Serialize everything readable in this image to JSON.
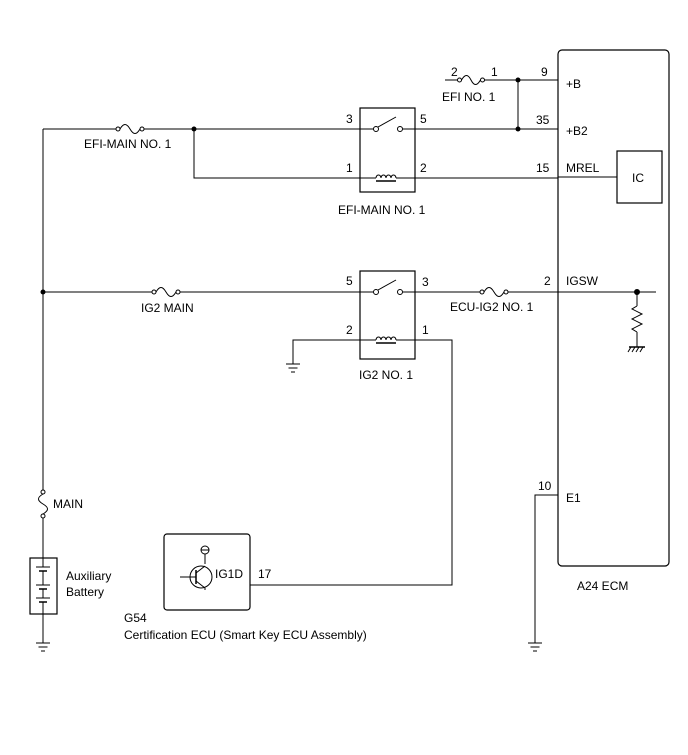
{
  "ecm": {
    "name": "A24 ECM",
    "ic_label": "IC",
    "pins": [
      {
        "num": "9",
        "label": "+B"
      },
      {
        "num": "35",
        "label": "+B2"
      },
      {
        "num": "15",
        "label": "MREL"
      },
      {
        "num": "2",
        "label": "IGSW"
      },
      {
        "num": "10",
        "label": "E1"
      }
    ]
  },
  "fuses": {
    "efi_no1": {
      "label": "EFI NO. 1",
      "pin_a": "2",
      "pin_b": "1"
    },
    "efi_main_no1": "EFI-MAIN NO. 1",
    "ig2_main": "IG2 MAIN",
    "ecu_ig2_no1": "ECU-IG2 NO. 1",
    "main": "MAIN"
  },
  "relays": {
    "efi_main_no1": {
      "label": "EFI-MAIN NO. 1",
      "pins": [
        "3",
        "5",
        "1",
        "2"
      ]
    },
    "ig2_no1": {
      "label": "IG2 NO. 1",
      "pins": [
        "5",
        "3",
        "2",
        "1"
      ]
    }
  },
  "battery": {
    "line1": "Auxiliary",
    "line2": "Battery"
  },
  "cert_ecu": {
    "code": "G54",
    "name": "Certification ECU (Smart Key ECU Assembly)",
    "terminal": "IG1D",
    "pin": "17"
  }
}
